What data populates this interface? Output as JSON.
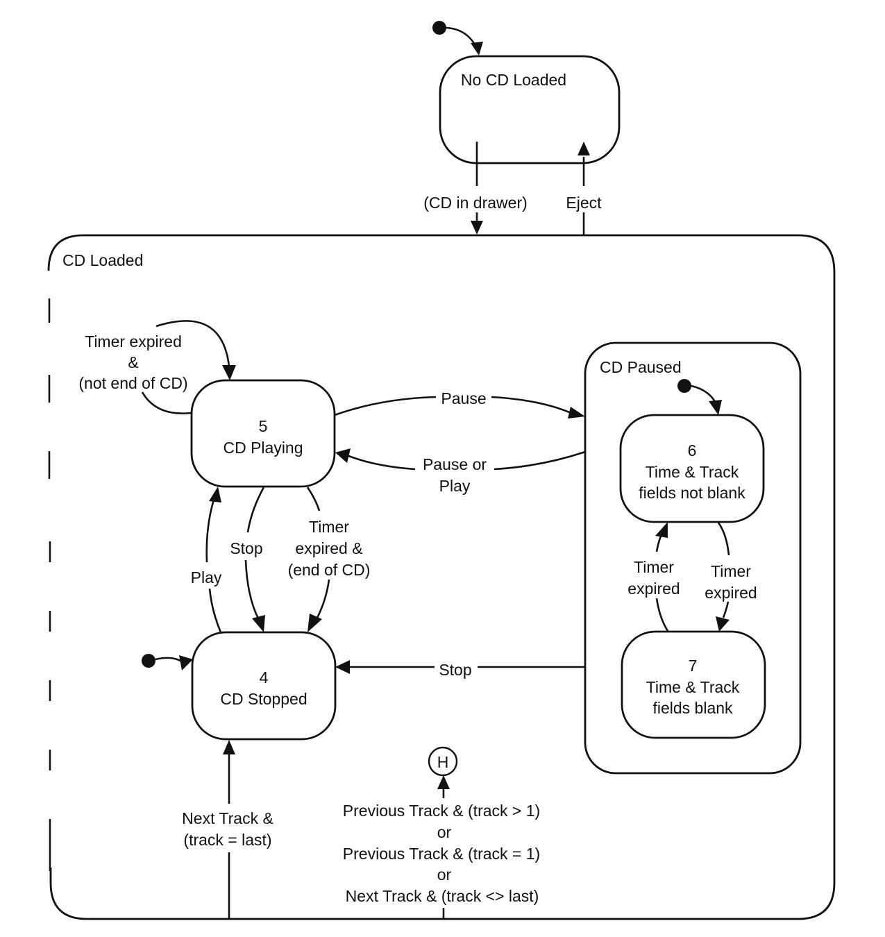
{
  "diagram": {
    "type": "state-machine",
    "colors": {
      "line": "#111111",
      "background": "#ffffff"
    },
    "states": {
      "no_cd_loaded": {
        "name": "No CD Loaded"
      },
      "cd_loaded": {
        "name": "CD Loaded"
      },
      "cd_playing": {
        "number": "5",
        "name": "CD Playing"
      },
      "cd_stopped": {
        "number": "4",
        "name": "CD Stopped"
      },
      "cd_paused": {
        "name": "CD Paused"
      },
      "fields_not_blank": {
        "number": "6",
        "line1": "Time & Track",
        "line2": "fields not blank"
      },
      "fields_blank": {
        "number": "7",
        "line1": "Time & Track",
        "line2": "fields blank"
      },
      "history": {
        "symbol": "H"
      }
    },
    "transitions": {
      "cd_in_drawer": {
        "from": "No CD Loaded",
        "to": "CD Loaded",
        "label": "(CD in drawer)"
      },
      "eject": {
        "from": "CD Loaded",
        "to": "No CD Loaded",
        "label": "Eject"
      },
      "timer_not_end": {
        "from": "CD Playing",
        "to": "CD Playing",
        "lines": [
          "Timer expired",
          "&",
          "(not end of CD)"
        ]
      },
      "pause": {
        "from": "CD Playing",
        "to": "CD Paused",
        "label": "Pause"
      },
      "pause_or_play": {
        "from": "CD Paused",
        "to": "CD Playing",
        "lines": [
          "Pause or",
          "Play"
        ]
      },
      "play": {
        "from": "CD Stopped",
        "to": "CD Playing",
        "label": "Play"
      },
      "stop_from_playing": {
        "from": "CD Playing",
        "to": "CD Stopped",
        "label": "Stop"
      },
      "timer_end": {
        "from": "CD Playing",
        "to": "CD Stopped",
        "lines": [
          "Timer",
          "expired &",
          "(end of CD)"
        ]
      },
      "stop_from_paused": {
        "from": "CD Paused",
        "to": "CD Stopped",
        "label": "Stop"
      },
      "timer_6_to_7": {
        "from": "6",
        "to": "7",
        "lines": [
          "Timer",
          "expired"
        ]
      },
      "timer_7_to_6": {
        "from": "7",
        "to": "6",
        "lines": [
          "Timer",
          "expired"
        ]
      },
      "next_track_last": {
        "from": "CD Loaded",
        "to": "CD Stopped",
        "lines": [
          "Next Track &",
          "(track = last)"
        ]
      },
      "history_entry": {
        "from": "CD Loaded",
        "to": "H",
        "lines": [
          "Previous Track & (track > 1)",
          "or",
          "Previous Track & (track = 1)",
          "or",
          "Next Track & (track <> last)"
        ]
      }
    }
  }
}
